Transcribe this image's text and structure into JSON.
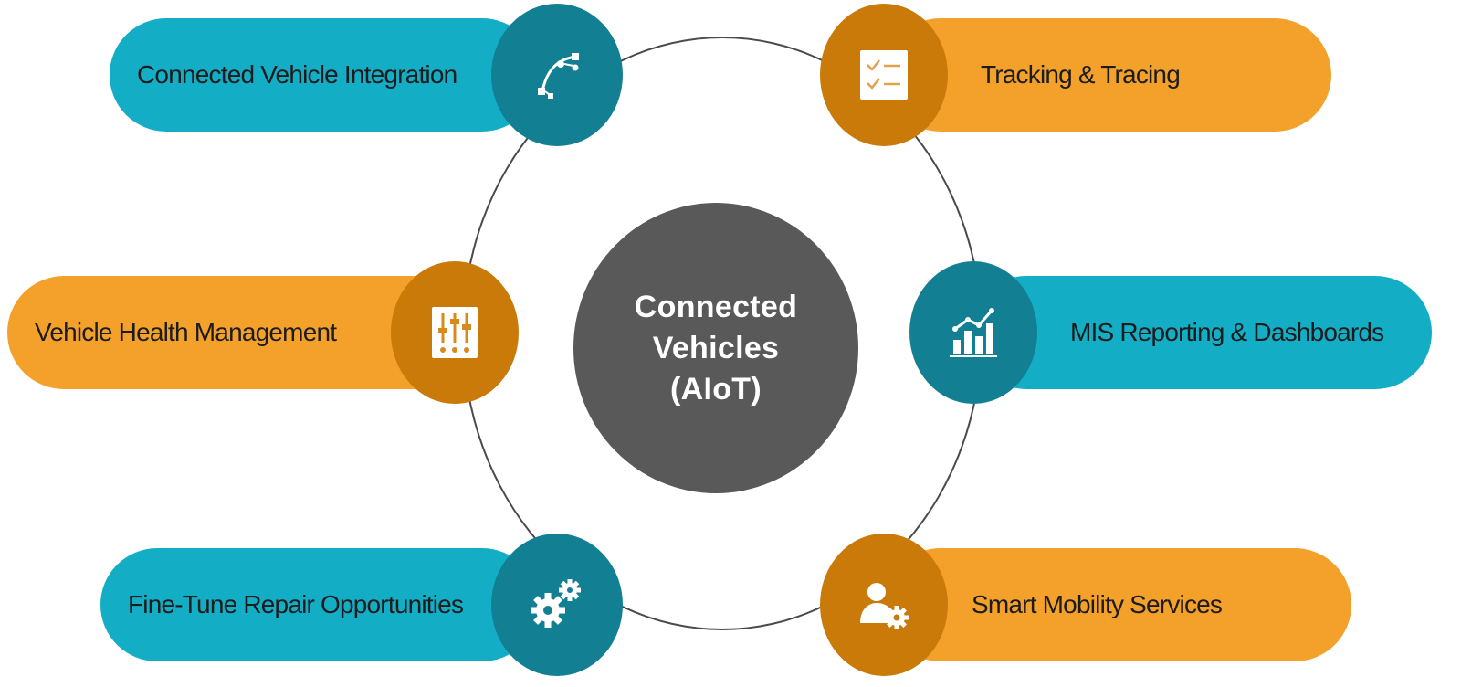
{
  "center": {
    "title": "Connected\nVehicles\n(AIoT)"
  },
  "colors": {
    "teal": "#14adc6",
    "teal_dark": "#127f92",
    "orange": "#f4a12b",
    "orange_dark": "#c97a08",
    "hub": "#595959"
  },
  "features": [
    {
      "label": "Connected Vehicle Integration",
      "icon": "vector-curve-icon",
      "color": "teal"
    },
    {
      "label": "Tracking & Tracing",
      "icon": "checklist-icon",
      "color": "orange"
    },
    {
      "label": "Vehicle Health Management",
      "icon": "equalizer-sliders-icon",
      "color": "orange"
    },
    {
      "label": "MIS Reporting & Dashboards",
      "icon": "bar-chart-trend-icon",
      "color": "teal"
    },
    {
      "label": "Fine-Tune Repair Opportunities",
      "icon": "gears-icon",
      "color": "teal"
    },
    {
      "label": "Smart Mobility Services",
      "icon": "user-gear-icon",
      "color": "orange"
    }
  ]
}
